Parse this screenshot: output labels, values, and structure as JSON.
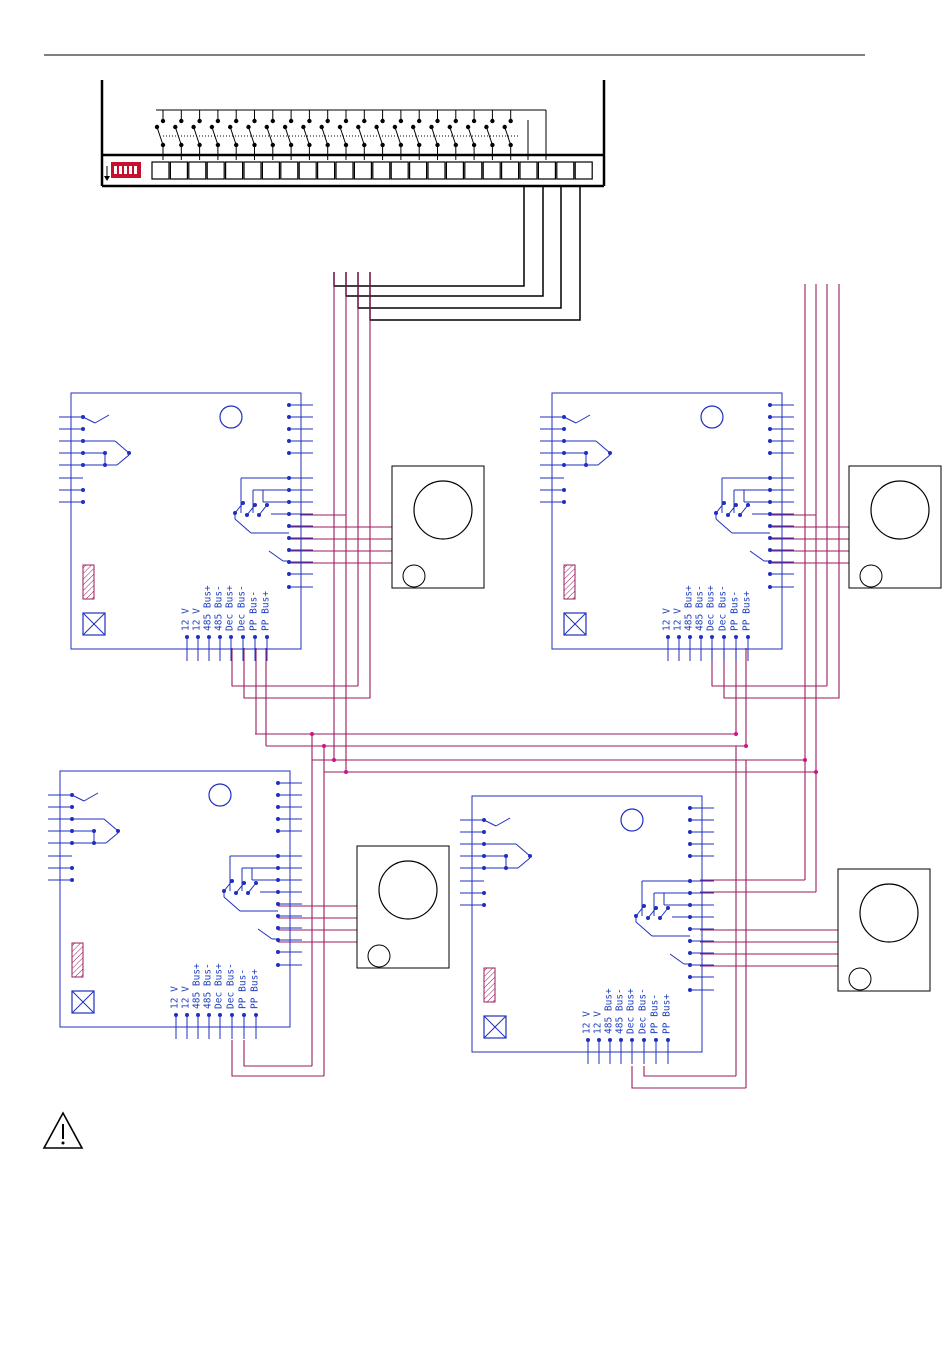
{
  "colors": {
    "board": "#1f2fbf",
    "bus": "#9b1d5e",
    "black": "#000000",
    "dip": "#c8102e",
    "node": "#1f2fbf",
    "junction": "#d0108a"
  },
  "terminal_labels": [
    "12 V",
    "12 V",
    "485 Bus+",
    "485 Bus-",
    "Dec Bus+",
    "Dec Bus-",
    "PP Bus-",
    "PP Bus+"
  ],
  "icons": [
    "warning-icon",
    "relay-switch-icon",
    "dip-switch-icon",
    "fuse-icon",
    "button-cross-icon",
    "motor-icon"
  ]
}
